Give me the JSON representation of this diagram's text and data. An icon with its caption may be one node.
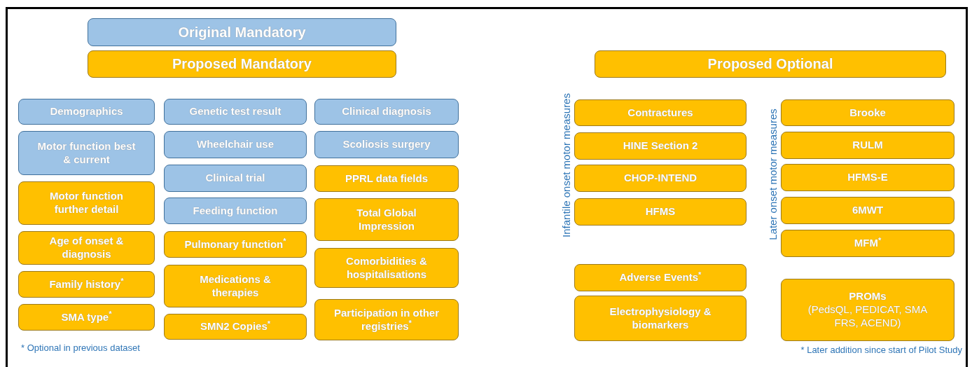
{
  "diagram": {
    "nodes": [
      {
        "text": [
          "Original Mandatory"
        ]
      },
      {
        "text": [
          "Proposed Mandatory"
        ]
      },
      {
        "text": [
          "Proposed Optional"
        ]
      },
      {
        "text": [
          "Demographics"
        ]
      },
      {
        "text": [
          "Motor function best & current"
        ]
      },
      {
        "text": [
          "Motor function further detail"
        ]
      },
      {
        "text": [
          "Age of onset & diagnosis"
        ]
      },
      {
        "text": [
          "Family history$^{*}$"
        ]
      },
      {
        "text": [
          "SMA type$^{*}$"
        ]
      },
      {
        "text": [
          "Genetic test result"
        ]
      },
      {
        "text": [
          "Wheelchair use"
        ]
      },
      {
        "text": [
          "Clinical trial"
        ]
      },
      {
        "text": [
          "Feeding function"
        ]
      },
      {
        "text": [
          "Pulmonary function$^{*}$"
        ]
      },
      {
        "text": [
          "Medications & therapies"
        ]
      },
      {
        "text": [
          "SMN2 Copies$^{*}$"
        ]
      },
      {
        "text": [
          "Clinical diagnosis"
        ]
      },
      {
        "text": [
          "Scoliosis surgery"
        ]
      },
      {
        "text": [
          "PPRL data fields"
        ]
      },
      {
        "text": [
          "Total Global Impression"
        ]
      },
      {
        "text": [
          "Comorbidities & hospitalisations"
        ]
      },
      {
        "text": [
          "Participation in other registries$^{*}$"
        ]
      },
      {
        "text": [
          "Contractures"
        ]
      },
      {
        "text": [
          "HINE Section 2"
        ]
      },
      {
        "text": [
          "CHOP-INTEND"
        ]
      },
      {
        "text": [
          "HFMS"
        ]
      },
      {
        "text": [
          "Brooke"
        ]
      },
      {
        "text": [
          "RULM"
        ]
      },
      {
        "text": [
          "HFMS-E"
        ]
      },
      {
        "text": [
          "6MWT"
        ]
      },
      {
        "text": [
          "MFM$^{*}$"
        ]
      },
      {
        "text": [
          "Adverse Events$^{*}$"
        ]
      },
      {
        "text": [
          "Electrophysiology & biomarkers"
        ]
      },
      {
        "text": [
          "PROMs",
          "(PedsQL, PEDICAT, SMA FRS, ACEND)"
        ]
      }
    ],
    "labels": [
      "Infantile onset motor measures",
      "Later onset motor measures",
      "* Optional in previous dataset",
      "* Later addition since start of Pilot Study"
    ]
  }
}
